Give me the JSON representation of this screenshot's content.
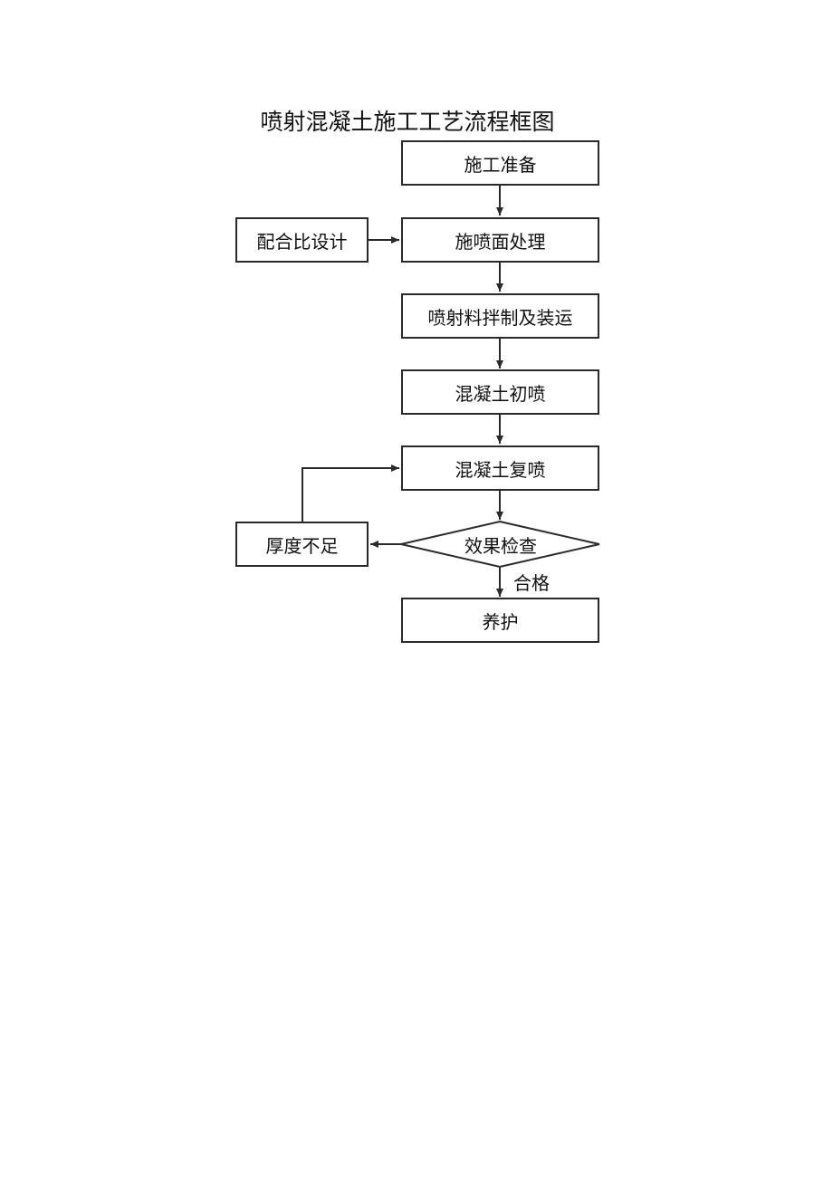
{
  "diagram": {
    "title": "喷射混凝土施工工艺流程框图",
    "nodes": {
      "prep": "施工准备",
      "mix_design": "配合比设计",
      "surface": "施喷面处理",
      "mixing": "喷射料拌制及装运",
      "initial_spray": "混凝土初喷",
      "re_spray": "混凝土复喷",
      "check": "效果检查",
      "insufficient": "厚度不足",
      "curing": "养护"
    },
    "edge_labels": {
      "pass": "合格"
    },
    "colors": {
      "line": "#2a2a2a",
      "text": "#111111",
      "background": "#ffffff"
    }
  }
}
